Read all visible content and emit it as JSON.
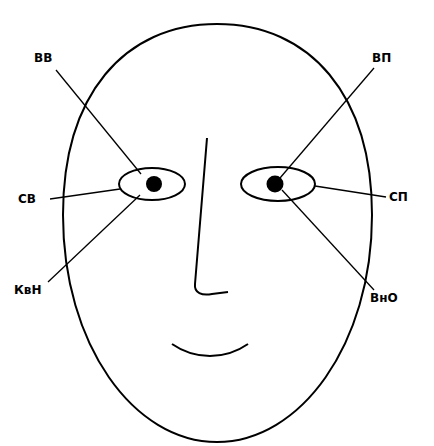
{
  "diagram": {
    "labels": [
      "ВВ",
      "СВ",
      "КвН",
      "ВП",
      "СП",
      "ВнО"
    ]
  }
}
